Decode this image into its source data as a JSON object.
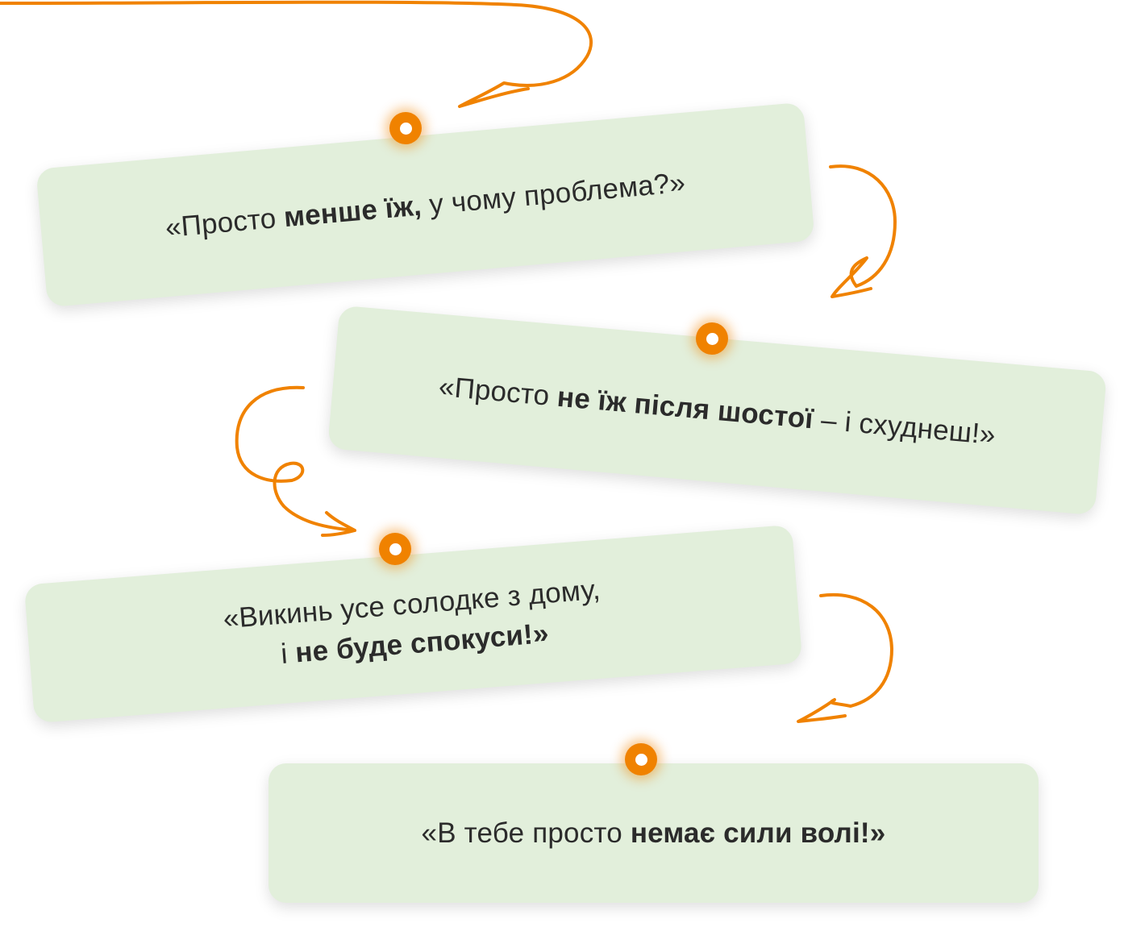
{
  "accent_color": "#f08200",
  "card_color": "#e2efdb",
  "cards": [
    {
      "pre": "«Просто ",
      "bold": "менше їж,",
      "post": " у чому проблема?»"
    },
    {
      "pre": "«Просто ",
      "bold": "не їж після шостої",
      "post": " – і схуднеш!»"
    },
    {
      "line1": "«Викинь усе солодке з дому,",
      "line2_pre": "і ",
      "line2_bold": "не буде спокуси!»"
    },
    {
      "pre": "«В тебе просто ",
      "bold": "немає сили волі!»"
    }
  ]
}
